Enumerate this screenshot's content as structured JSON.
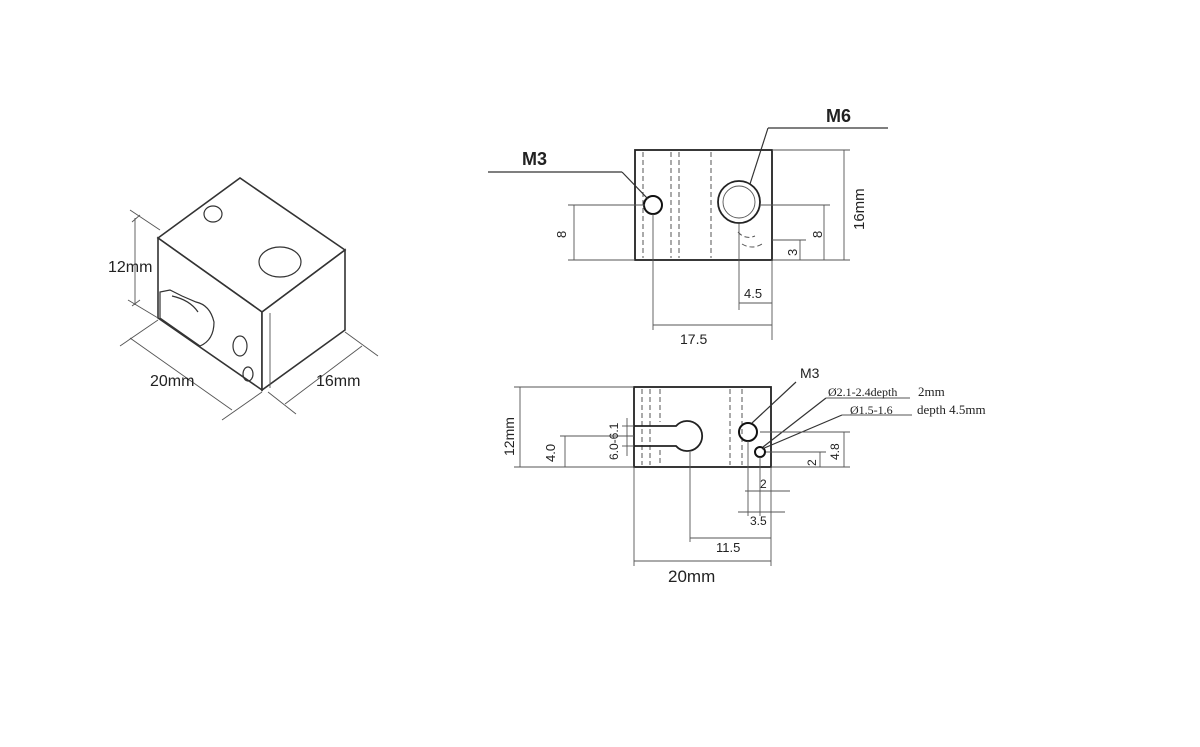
{
  "iso_view": {
    "height_label": "12mm",
    "length_label": "20mm",
    "width_label": "16mm"
  },
  "top_view": {
    "m3_label": "M3",
    "m6_label": "M6",
    "dim_left_8": "8",
    "dim_right_8": "8",
    "dim_3": "3",
    "dim_16mm": "16mm",
    "dim_4_5": "4.5",
    "dim_17_5": "17.5"
  },
  "front_view": {
    "m3_label": "M3",
    "hole1_label": "Ø2.1-2.4depth",
    "hole1_depth": "2mm",
    "hole2_label": "Ø1.5-1.6",
    "hole2_depth": "depth 4.5mm",
    "dim_12mm": "12mm",
    "dim_4_0": "4.0",
    "dim_6_0_6_1": "6.0-6.1",
    "dim_4_8": "4.8",
    "dim_2_v": "2",
    "dim_2_h": "2",
    "dim_3_5": "3.5",
    "dim_11_5": "11.5",
    "dim_20mm": "20mm"
  }
}
